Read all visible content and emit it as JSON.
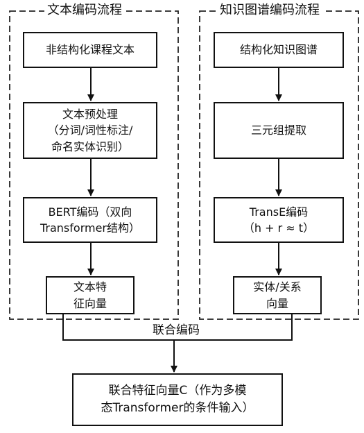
{
  "diagram": {
    "left_group": {
      "title": "文本编码流程",
      "steps": [
        "非结构化课程文本",
        "文本预处理\n（分词/词性标注/\n命名实体识别）",
        "BERT编码（双向\nTransformer结构）",
        "文本特\n征向量"
      ]
    },
    "right_group": {
      "title": "知识图谱编码流程",
      "steps": [
        "结构化知识图谱",
        "三元组提取",
        "TransE编码\n（h + r ≈ t）",
        "实体/关系\n向量"
      ]
    },
    "merge_label": "联合编码",
    "output": "联合特征向量C（作为多模\n态Transformer的条件输入）"
  }
}
